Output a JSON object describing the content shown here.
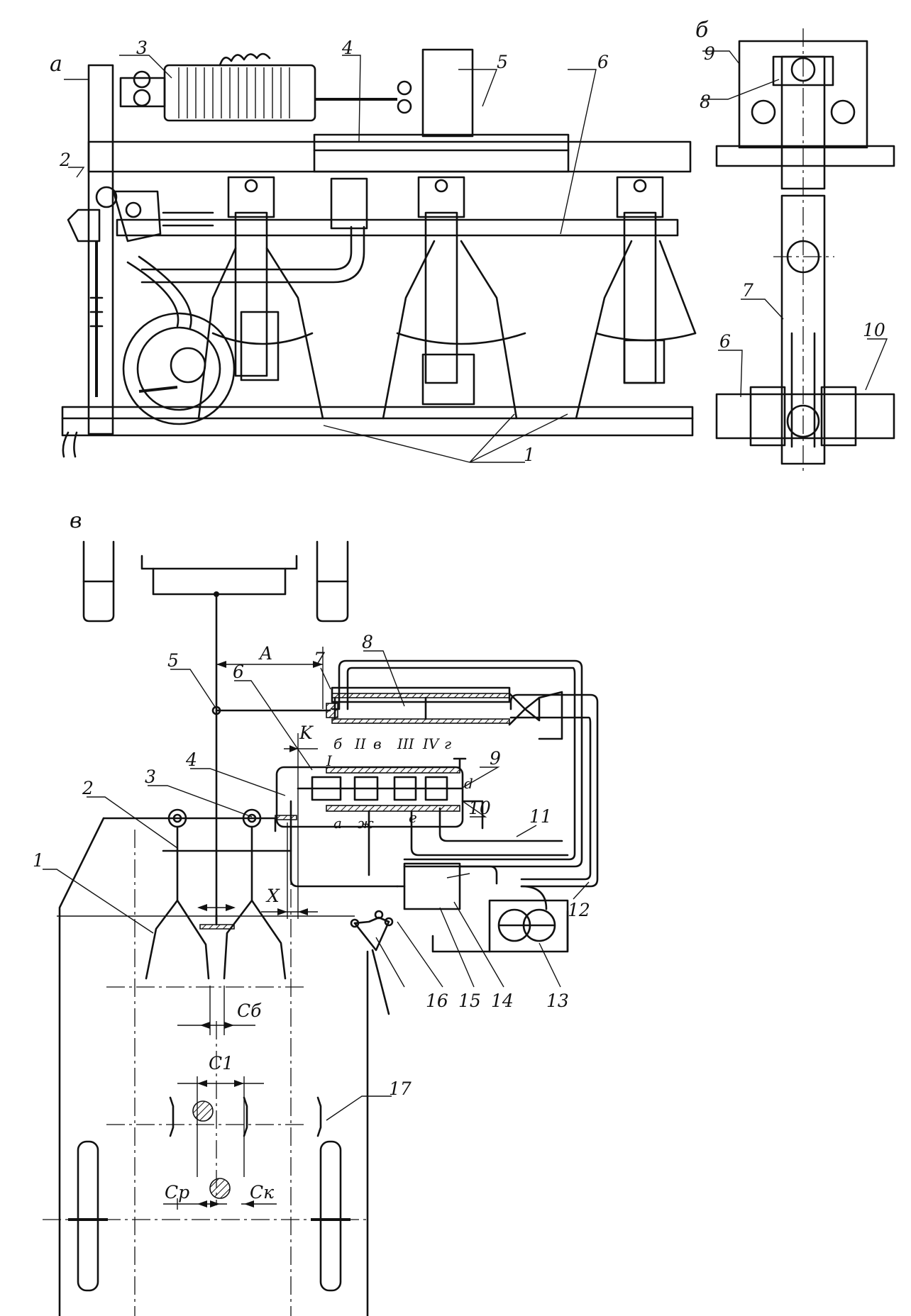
{
  "figure": {
    "panel_a": {
      "panel_label": "а",
      "callouts": [
        {
          "id": "a-1",
          "text": "1"
        },
        {
          "id": "a-2",
          "text": "2"
        },
        {
          "id": "a-3",
          "text": "3"
        },
        {
          "id": "a-4",
          "text": "4"
        },
        {
          "id": "a-5",
          "text": "5"
        },
        {
          "id": "a-6",
          "text": "6"
        }
      ]
    },
    "panel_b": {
      "panel_label": "б",
      "callouts": [
        {
          "id": "b-6",
          "text": "6"
        },
        {
          "id": "b-7",
          "text": "7"
        },
        {
          "id": "b-8",
          "text": "8"
        },
        {
          "id": "b-9",
          "text": "9"
        },
        {
          "id": "b-10",
          "text": "10"
        }
      ]
    },
    "panel_c": {
      "panel_label": "в",
      "callouts": [
        {
          "id": "c-1",
          "text": "1"
        },
        {
          "id": "c-2",
          "text": "2"
        },
        {
          "id": "c-3",
          "text": "3"
        },
        {
          "id": "c-4",
          "text": "4"
        },
        {
          "id": "c-5",
          "text": "5"
        },
        {
          "id": "c-6",
          "text": "6"
        },
        {
          "id": "c-7",
          "text": "7"
        },
        {
          "id": "c-8",
          "text": "8"
        },
        {
          "id": "c-9",
          "text": "9"
        },
        {
          "id": "c-10",
          "text": "10"
        },
        {
          "id": "c-11",
          "text": "11"
        },
        {
          "id": "c-12",
          "text": "12"
        },
        {
          "id": "c-13",
          "text": "13"
        },
        {
          "id": "c-14",
          "text": "14"
        },
        {
          "id": "c-15",
          "text": "15"
        },
        {
          "id": "c-16",
          "text": "16"
        },
        {
          "id": "c-17",
          "text": "17"
        }
      ],
      "dimensions": {
        "A": "A",
        "K": "K",
        "X": "X",
        "C_b": "Сб",
        "C_1": "С1",
        "C_p": "Ср",
        "C_k": "Ск"
      },
      "valve_chambers": {
        "I": "I",
        "II": "II",
        "III": "III",
        "IV": "IV"
      },
      "valve_channels": {
        "b": "б",
        "v": "в",
        "g": "г",
        "d": "d",
        "a": "а",
        "zh": "ж",
        "e": "е"
      }
    }
  }
}
